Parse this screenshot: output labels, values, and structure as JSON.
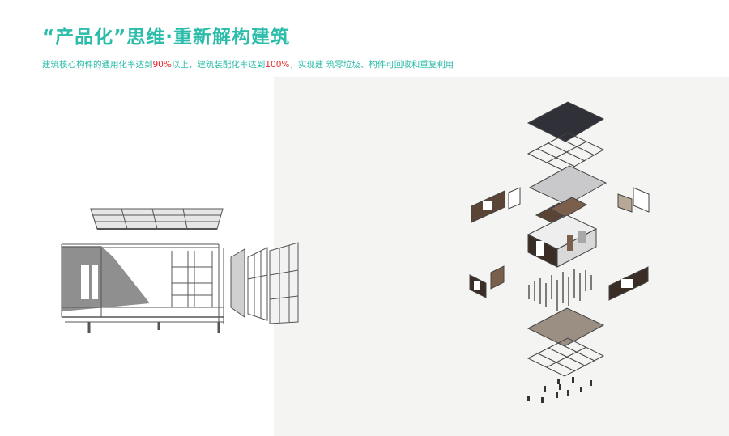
{
  "slide": {
    "title": "“产品化”思维·重新解构建筑",
    "subtitle": {
      "part1": "建筑核心构件的通用化率达到",
      "pct1": "90%",
      "part2": "以上，建筑装配化率达到",
      "pct2": "100%",
      "part3": "，实现建 筑零垃圾、构件可回收和重复利用"
    }
  },
  "colors": {
    "accent": "#2cbcaa",
    "highlight": "#e8262b",
    "roof": "#2f3038",
    "floor": "#9b8f84",
    "wood": "#5a4436",
    "line": "#555555"
  }
}
